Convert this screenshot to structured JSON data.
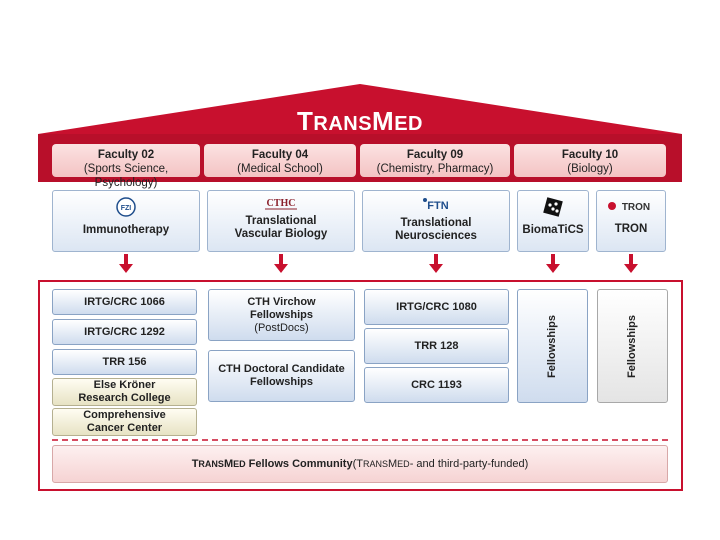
{
  "title": {
    "first": "T",
    "small": "RANS",
    "second": "M",
    "small2": "ED"
  },
  "colors": {
    "accent": "#c8102e",
    "roof_inner": "#b80f2a"
  },
  "faculties": [
    {
      "name": "Faculty 02",
      "sub": "(Sports Science, Psychology)"
    },
    {
      "name": "Faculty 04",
      "sub": "(Medical School)"
    },
    {
      "name": "Faculty 09",
      "sub": "(Chemistry, Pharmacy)"
    },
    {
      "name": "Faculty 10",
      "sub": "(Biology)"
    }
  ],
  "units": [
    {
      "line1": "Immunotherapy",
      "line2": "",
      "logo": "fzi-logo-icon"
    },
    {
      "line1": "Translational",
      "line2": "Vascular Biology",
      "logo": "cthc-logo-icon"
    },
    {
      "line1": "Translational",
      "line2": "Neurosciences",
      "logo": "ftn-logo-icon"
    },
    {
      "line1": "BiomaTiCS",
      "line2": "",
      "logo": "biomatics-logo-icon"
    },
    {
      "line1": "TRON",
      "line2": "",
      "logo": "tron-logo-icon",
      "logo_text": "TRON"
    }
  ],
  "logos": {
    "fzi": "FZI",
    "cthc": "CTHC",
    "ftn": "FTN"
  },
  "programs": {
    "col1": [
      "IRTG/CRC 1066",
      "IRTG/CRC 1292",
      "TRR 156"
    ],
    "col1_beige": [
      {
        "line1": "Else Kröner",
        "line2": "Research College"
      },
      {
        "line1": "Comprehensive",
        "line2": "Cancer Center"
      }
    ],
    "col2": [
      {
        "line1": "CTH Virchow",
        "line2": "Fellowships",
        "line3": "(PostDocs)"
      },
      {
        "line1": "CTH Doctoral Candidate",
        "line2": "Fellowships",
        "line3": ""
      }
    ],
    "col3": [
      "IRTG/CRC 1080",
      "TRR 128",
      "CRC 1193"
    ],
    "col4": "Fellowships",
    "col5": "Fellowships"
  },
  "community": {
    "prefix_T": "T",
    "prefix_small": "RANS",
    "prefix_M": "M",
    "prefix_small2": "ED",
    "bold_rest": " Fellows Community",
    "paren_open": " (T",
    "paren_small": "RANS",
    "paren_M": "M",
    "paren_small2": "ED",
    "paren_rest": "- and third-party-funded)"
  }
}
